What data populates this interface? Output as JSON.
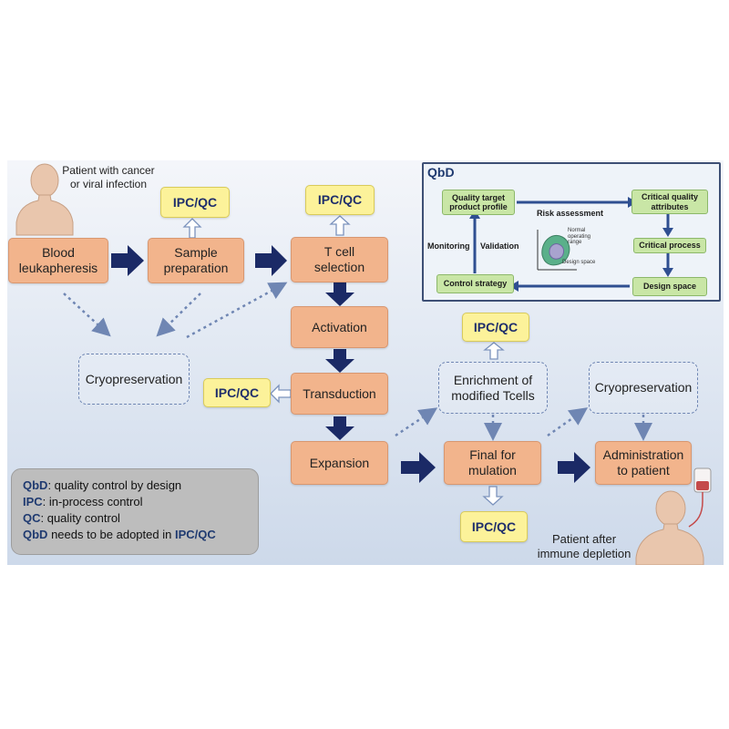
{
  "patient_top_caption": "Patient with cancer\nor viral infection",
  "patient_bottom_caption": "Patient after\nimmune depletion",
  "ipc_label": "IPC/QC",
  "process": {
    "blood": "Blood\nleukapheresis",
    "sample": "Sample\npreparation",
    "tcell": "T cell\nselection",
    "activation": "Activation",
    "transduction": "Transduction",
    "expansion": "Expansion",
    "final": "Final for\nmulation",
    "administration": "Administration\nto patient"
  },
  "dashed": {
    "cryo_left": "Cryopreservation",
    "enrichment": "Enrichment of\nmodified Tcells",
    "cryo_right": "Cryopreservation"
  },
  "qbd": {
    "title": "QbD",
    "quality_target": "Quality target\nproduct profile",
    "critical_quality": "Critical quality\nattributes",
    "critical_process": "Critical process",
    "design_space": "Design space",
    "control_strategy": "Control strategy",
    "risk_assessment": "Risk assessment",
    "monitoring": "Monitoring",
    "validation": "Validation",
    "normal_operating": "Normal\noperating\nrange",
    "design_space_small": "Design space"
  },
  "legend": {
    "line1_term": "QbD",
    "line1_text": ": quality control by design",
    "line2_term": "IPC",
    "line2_text": ": in-process control",
    "line3_term": "QC",
    "line3_text": ": quality control",
    "line4_term1": "QbD",
    "line4_text": " needs to be adopted in ",
    "line4_term2": "IPC/QC"
  },
  "colors": {
    "process_box": "#f2b48c",
    "ipc_box": "#fcf29a",
    "qbd_box": "#c9e6a6",
    "arrow": "#1b2a66",
    "dashed": "#6f86b3"
  }
}
